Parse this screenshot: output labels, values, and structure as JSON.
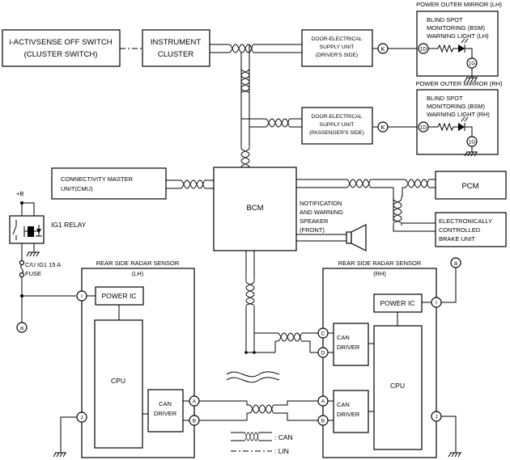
{
  "blocks": {
    "ia_switch": [
      "i-ACTIVSENSE OFF SWITCH",
      "(CLUSTER SWITCH)"
    ],
    "cluster": [
      "INSTRUMENT",
      "CLUSTER"
    ],
    "door_driver": [
      "DOOR-ELECTRICAL",
      "SUPPLY UNIT",
      "(DRIVER'S SIDE)"
    ],
    "door_passenger": [
      "DOOR-ELECTRICAL",
      "SUPPLY UNIT",
      "(PASSENGER'S SIDE)"
    ],
    "mirror_lh_title": "POWER OUTER MIRROR (LH)",
    "bsm_lh": [
      "BLIND SPOT",
      "MONITORING (BSM)",
      "WARNING LIGHT (LH)"
    ],
    "mirror_rh_title": "POWER OUTER MIRROR (RH)",
    "bsm_rh": [
      "BLIND SPOT",
      "MONITORING (BSM)",
      "WARNING LIGHT (RH)"
    ],
    "cmu": [
      "CONNECTIVITY MASTER",
      "UNIT(CMU)"
    ],
    "bcm": "BCM",
    "pcm": "PCM",
    "ebcu": [
      "ELECTRONICALLY",
      "CONTROLLED",
      "BRAKE UNIT"
    ],
    "speaker": [
      "NOTIFICATION",
      "AND WARNING",
      "SPEAKER",
      "(FRONT)"
    ],
    "plus_b": "+B",
    "ig1_relay": "IG1 RELAY",
    "fuse": [
      "C/U IG1 15 A",
      "FUSE"
    ],
    "radar_lh": [
      "REAR SIDE RADAR SENSOR",
      "(LH)"
    ],
    "radar_rh": [
      "REAR SIDE RADAR SENSOR",
      "(RH)"
    ],
    "power_ic": "POWER IC",
    "cpu": "CPU",
    "can_driver": [
      "CAN",
      "DRIVER"
    ]
  },
  "terminals": {
    "k": "K",
    "d1": "1D",
    "g1": "1G",
    "a": "A",
    "b": "B",
    "c": "C",
    "d": "D",
    "i": "I",
    "j": "J",
    "ref_a": "a"
  },
  "legend": {
    "can": ": CAN",
    "lin": ": LIN"
  }
}
